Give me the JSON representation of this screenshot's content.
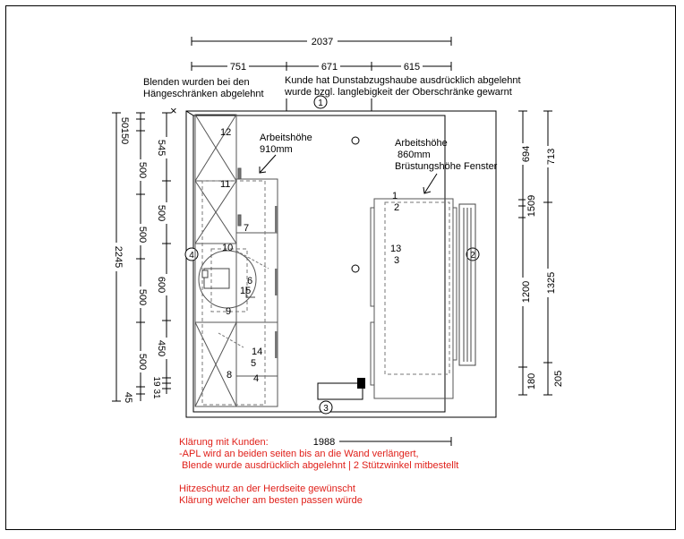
{
  "dimensions": {
    "top_total": "2037",
    "top_seg1": "751",
    "top_seg2": "671",
    "top_seg3": "615",
    "bottom_total": "1988",
    "left_outer_total": "2245",
    "left_outer_a": "50",
    "left_outer_b": "150",
    "left_outer_c": "45",
    "left_mid": [
      "500",
      "500",
      "500",
      "500"
    ],
    "left_inner": [
      "545",
      "500",
      "600",
      "450",
      "19",
      "31"
    ],
    "right_inner": [
      "694",
      "1509",
      "1200",
      "180"
    ],
    "right_outer": [
      "713",
      "1325",
      "205"
    ]
  },
  "notes": {
    "blenden": [
      "Blenden wurden bei den",
      "Hängeschränken abgelehnt"
    ],
    "kunde": [
      "Kunde hat Dunstabzugshaube ausdrücklich abgelehnt",
      "wurde bzgl. langlebigkeit der Oberschränke gewarnt"
    ],
    "arbeitshoehe_left": [
      "Arbeitshöhe",
      "910mm"
    ],
    "arbeitshoehe_right": [
      "Arbeitshöhe",
      "860mm",
      "Brüstungshöhe Fenster"
    ],
    "cross_mark": "×"
  },
  "wall_labels": [
    "1",
    "2",
    "3",
    "4"
  ],
  "cabinet_numbers": [
    "12",
    "11",
    "7",
    "10",
    "6",
    "15",
    "9",
    "14",
    "5",
    "8",
    "4",
    "1",
    "2",
    "13",
    "3"
  ],
  "clarification": {
    "line1": "Klärung mit Kunden:",
    "line2": "-APL wird an beiden seiten bis an die Wand verlängert,",
    "line3": " Blende wurde ausdrücklich abgelehnt | 2 Stützwinkel mitbestellt",
    "line4": "Hitzeschutz an der Herdseite gewünscht",
    "line5": "Klärung welcher am besten passen würde"
  },
  "colors": {
    "annotation_red": "#e0201a",
    "lines": "#000000",
    "cabinet_gray": "#777777"
  }
}
